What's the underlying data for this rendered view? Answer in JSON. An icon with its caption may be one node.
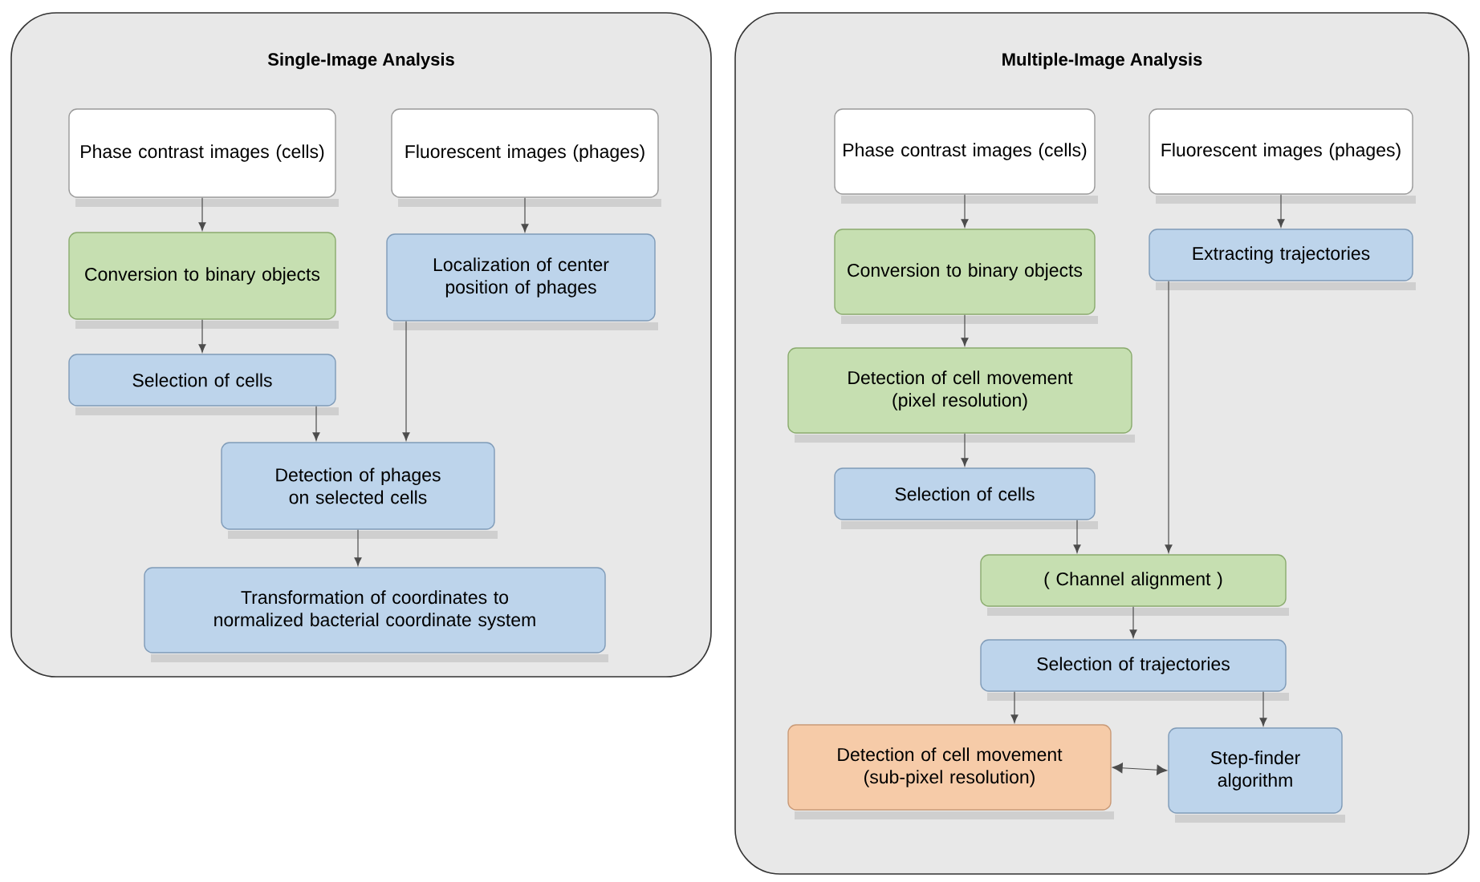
{
  "diagram": {
    "nodes": [
      {
        "text": [
          "Single-Image Analysis"
        ]
      },
      {
        "text": [
          "Phase contrast images (cells)"
        ],
        "in": 0
      },
      {
        "text": [
          "Fluorescent images (phages)"
        ],
        "in": 0
      },
      {
        "text": [
          "Conversion to binary objects"
        ],
        "in": 0
      },
      {
        "text": [
          "Localization of center position of phages"
        ],
        "in": 0
      },
      {
        "text": [
          "Selection of cells"
        ],
        "in": 0
      },
      {
        "text": [
          "Detection of phages on selected cells"
        ],
        "in": 0
      },
      {
        "text": [
          "Transformation of coordinates to normalized bacterial coordinate system"
        ],
        "in": 0
      },
      {
        "text": [
          "Multiple-Image Analysis"
        ]
      },
      {
        "text": [
          "Phase contrast images (cells)"
        ],
        "in": 8
      },
      {
        "text": [
          "Fluorescent images (phages)"
        ],
        "in": 8
      },
      {
        "text": [
          "Conversion to binary objects"
        ],
        "in": 8
      },
      {
        "text": [
          "Extracting trajectories"
        ],
        "in": 8
      },
      {
        "text": [
          "Detection of cell movement (pixel resolution)"
        ],
        "in": 8
      },
      {
        "text": [
          "Selection of cells"
        ],
        "in": 8
      },
      {
        "text": [
          "( Channel alignment )"
        ],
        "in": 8
      },
      {
        "text": [
          "Selection of trajectories"
        ],
        "in": 8
      },
      {
        "text": [
          "Detection of cell movement (sub-pixel resolution)"
        ],
        "in": 8
      },
      {
        "text": [
          "Step-finder algorithm"
        ],
        "in": 8
      }
    ],
    "edges": [
      {
        "from": 1,
        "to": 3,
        "arrow": "to"
      },
      {
        "from": 2,
        "to": 4,
        "arrow": "to"
      },
      {
        "from": 3,
        "to": 5,
        "arrow": "to"
      },
      {
        "from": 5,
        "to": 6,
        "arrow": "to"
      },
      {
        "from": 4,
        "to": 6,
        "arrow": "to"
      },
      {
        "from": 6,
        "to": 7,
        "arrow": "to"
      },
      {
        "from": 9,
        "to": 11,
        "arrow": "to"
      },
      {
        "from": 10,
        "to": 12,
        "arrow": "to"
      },
      {
        "from": 11,
        "to": 13,
        "arrow": "to"
      },
      {
        "from": 13,
        "to": 14,
        "arrow": "to"
      },
      {
        "from": 14,
        "to": 15,
        "arrow": "to"
      },
      {
        "from": 12,
        "to": 15,
        "arrow": "to"
      },
      {
        "from": 15,
        "to": 16,
        "arrow": "to"
      },
      {
        "from": 16,
        "to": 17,
        "arrow": "to"
      },
      {
        "from": 16,
        "to": 18,
        "arrow": "to"
      },
      {
        "from": 17,
        "to": 18,
        "arrow": "both"
      }
    ]
  }
}
